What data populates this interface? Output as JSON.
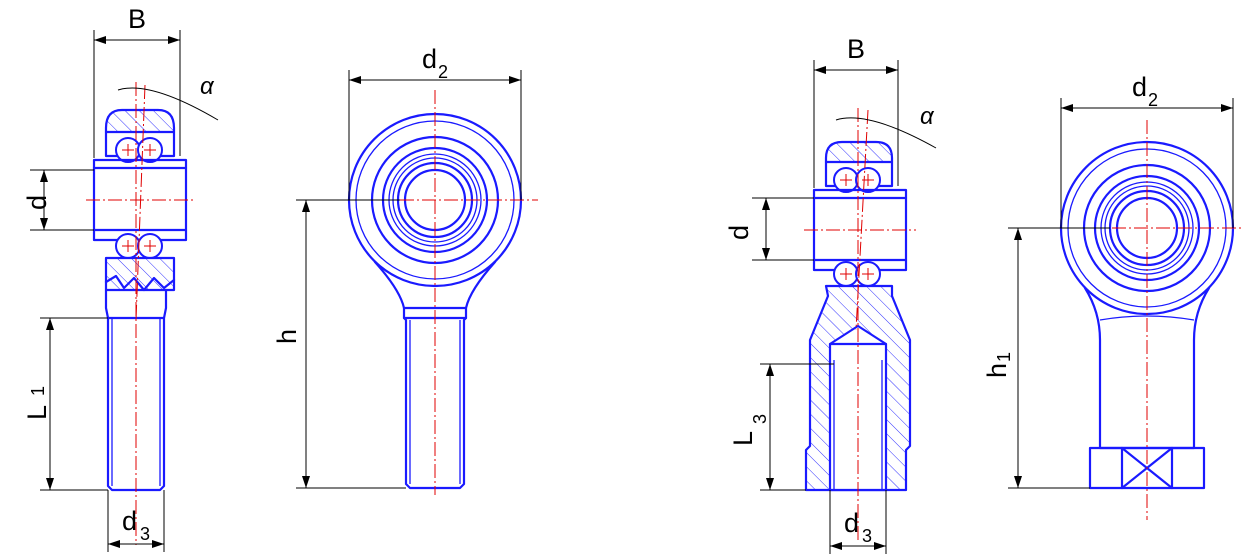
{
  "labels": {
    "b": "B",
    "alpha": "α",
    "d": "d",
    "d2": "d",
    "d2_sub": "2",
    "d3": "d",
    "d3_sub": "3",
    "h": "h",
    "h1": "h",
    "h1_sub": "1",
    "l1": "L",
    "l1_sub": "1",
    "l3": "L",
    "l3_sub": "3"
  },
  "colors": {
    "outline": "#1a1aff",
    "centerline": "#e00000",
    "dimension": "#000000"
  }
}
